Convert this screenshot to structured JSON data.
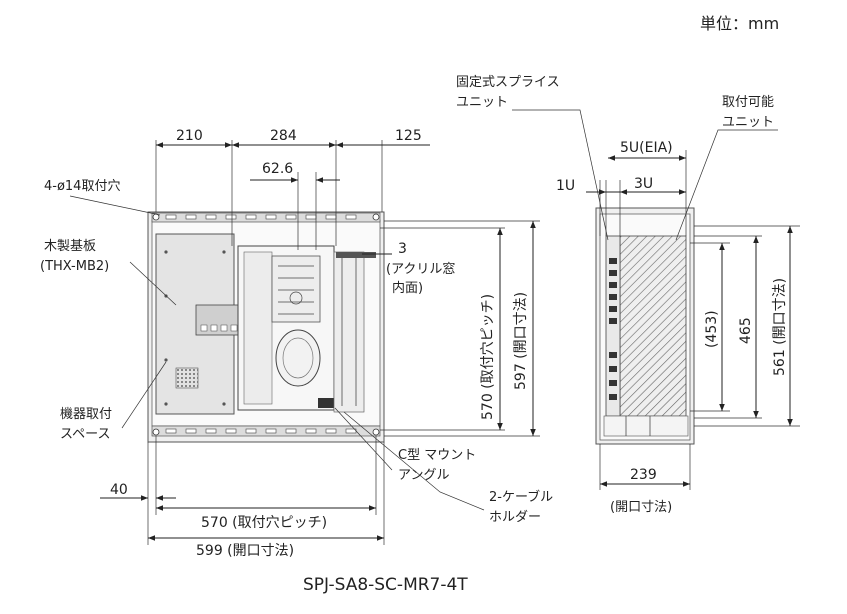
{
  "unit_label": "単位：mm",
  "model": "SPJ-SA8-SC-MR7-4T",
  "front": {
    "top_dims": {
      "left": "210",
      "mid": "284",
      "right": "125",
      "sub": "62.6"
    },
    "dim_3": "3",
    "label_holes": "4-ø14取付穴",
    "label_board": [
      "木製基板",
      "(THX-MB2)"
    ],
    "label_acrylic": [
      "(アクリル窓",
      "内面)"
    ],
    "label_space": [
      "機器取付",
      "スペース"
    ],
    "label_angle": [
      "C型 マウント",
      "アングル"
    ],
    "label_holder": [
      "2-ケーブル",
      "ホルダー"
    ],
    "dim_570v": "570 (取付穴ピッチ)",
    "dim_597v": "597 (開口寸法)",
    "dim_40": "40",
    "dim_570h": "570 (取付穴ピッチ)",
    "dim_599h": "599 (開口寸法)"
  },
  "side": {
    "label_splice": [
      "固定式スプライス",
      "ユニット"
    ],
    "label_mount": [
      "取付可能",
      "ユニット"
    ],
    "dim_5u": "5U(EIA)",
    "dim_1u": "1U",
    "dim_3u": "3U",
    "dim_453": "(453)",
    "dim_465": "465",
    "dim_561": "561 (開口寸法)",
    "dim_239": "239",
    "dim_239_note": "(開口寸法)"
  }
}
